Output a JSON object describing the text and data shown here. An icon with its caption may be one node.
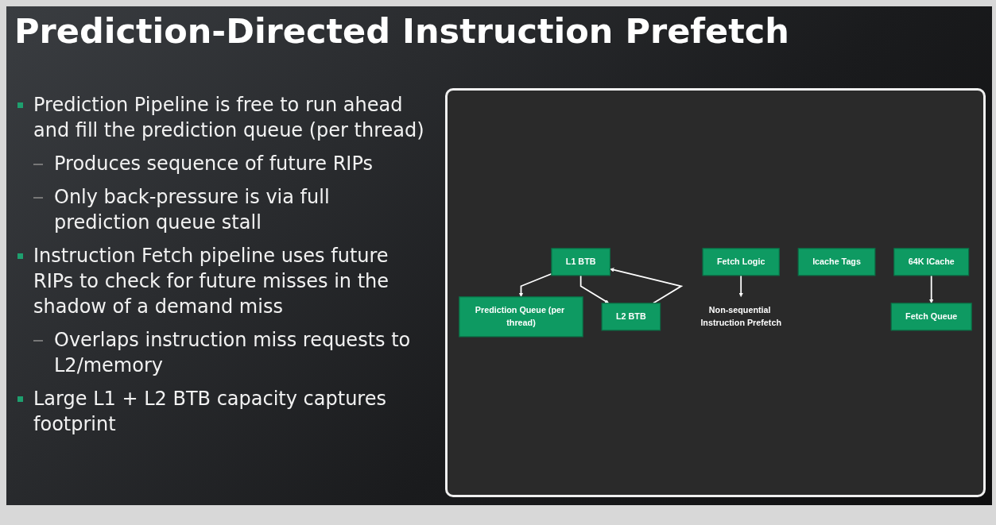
{
  "diagram": {
    "title": "Prediction-Directed Instruction Prefetch",
    "nodes": [
      {
        "text": [
          "Non-sequential Instruction Prefetch"
        ]
      },
      {
        "text": [
          "L1 BTB"
        ]
      },
      {
        "text": [
          "Prediction Queue (per thread)"
        ]
      },
      {
        "text": [
          "Fetch Logic"
        ]
      },
      {
        "text": [
          "Icache Tags"
        ]
      },
      {
        "text": [
          "L2 BTB"
        ]
      },
      {
        "text": [
          "64K ICache"
        ]
      },
      {
        "text": [
          "Fetch Queue"
        ]
      }
    ],
    "edges": [
      {
        "from": 5,
        "to": 1,
        "arrow": "to"
      },
      {
        "from": 3,
        "to": 0,
        "arrow": "to"
      },
      {
        "from": 1,
        "to": 2,
        "arrow": "to"
      },
      {
        "from": 1,
        "to": 5,
        "arrow": "to"
      },
      {
        "from": 6,
        "to": 7,
        "arrow": "to"
      }
    ],
    "labels": [
      "Prediction Pipeline is free to run ahead and fill the prediction queue (per thread)",
      "Produces sequence of future RIPs",
      "Only back-pressure is via full prediction queue stall",
      "Instruction Fetch pipeline uses future RIPs to check for future misses in the shadow of a demand miss",
      "Overlaps instruction miss requests to L2/memory",
      "Large L1 + L2 BTB capacity captures footprint"
    ]
  }
}
